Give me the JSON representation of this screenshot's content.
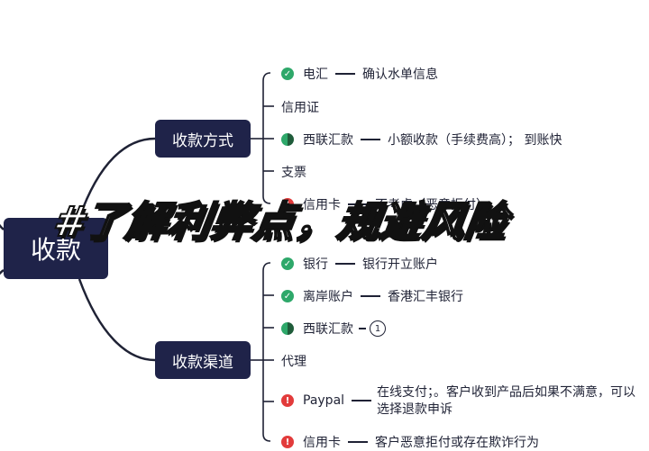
{
  "root": "收款",
  "branches": [
    {
      "label": "收款方式",
      "items": [
        {
          "status": "ok",
          "label": "电汇",
          "note": "确认水单信息"
        },
        {
          "status": "none",
          "label": "信用证",
          "note": ""
        },
        {
          "status": "half",
          "label": "西联汇款",
          "note": "小额收款（手续费高）； 到账快"
        },
        {
          "status": "none",
          "label": "支票",
          "note": ""
        },
        {
          "status": "bad",
          "label": "信用卡",
          "note": "不考虑（恶意拒付）"
        }
      ]
    },
    {
      "label": "收款渠道",
      "items": [
        {
          "status": "ok",
          "label": "银行",
          "note": "银行开立账户"
        },
        {
          "status": "ok",
          "label": "离岸账户",
          "note": "香港汇丰银行"
        },
        {
          "status": "half",
          "label": "西联汇款",
          "badge": "1"
        },
        {
          "status": "none",
          "label": "代理",
          "note": ""
        },
        {
          "status": "bad",
          "label": "Paypal",
          "note": "在线支付；。客户收到产品后如果不满意，可以选择退款申诉"
        },
        {
          "status": "bad",
          "label": "信用卡",
          "note": "客户恶意拒付或存在欺诈行为"
        }
      ]
    }
  ],
  "overlay_text": "#了解利弊点，规避风险",
  "colors": {
    "node_bg": "#1f2349",
    "ok": "#2ea86a",
    "bad": "#e23b3b",
    "line": "#1f2235"
  }
}
